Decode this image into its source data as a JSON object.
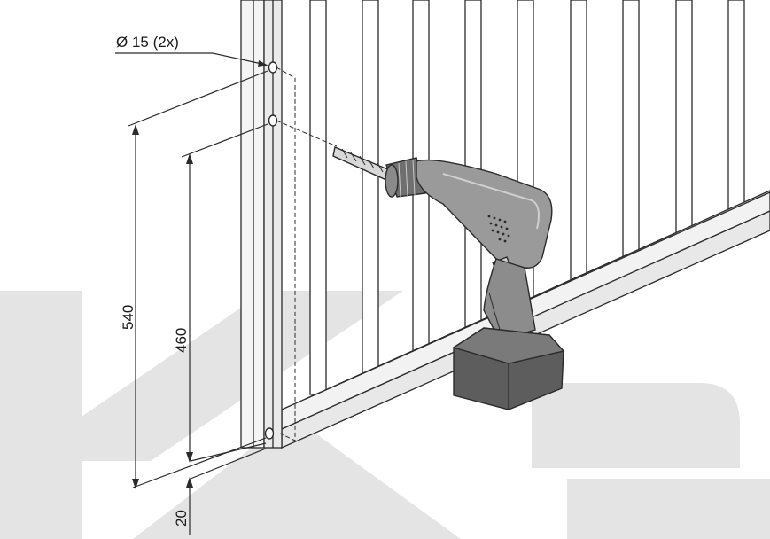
{
  "callout": {
    "hole_label": "Ø 15 (2x)"
  },
  "dimensions": {
    "outer_height": "540",
    "inner_height": "460",
    "bottom_offset": "20"
  },
  "colors": {
    "watermark": "#e4e4e4",
    "frame_fill": "#f4f4f4",
    "line": "#2b2b2b",
    "drill_body": "#8e8e8e",
    "drill_battery": "#5d5d5d"
  },
  "icons": {
    "tool": "cordless-drill-icon",
    "watermark": "kd-watermark-logo"
  }
}
